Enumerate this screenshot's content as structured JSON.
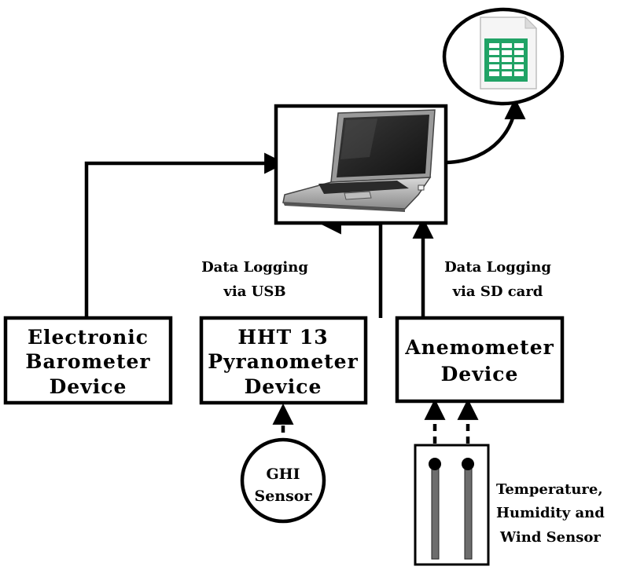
{
  "nodes": {
    "barometer": {
      "lines": [
        "Electronic",
        "Barometer",
        "Device"
      ]
    },
    "pyranometer": {
      "lines": [
        "HHT 13",
        "Pyranometer",
        "Device"
      ]
    },
    "anemometer": {
      "lines": [
        "Anemometer",
        "Device"
      ]
    },
    "ghi_sensor": {
      "lines": [
        "GHI",
        "Sensor"
      ]
    },
    "temp_sensor_label": {
      "lines": [
        "Temperature,",
        "Humidity and",
        "Wind Sensor"
      ]
    },
    "laptop": {
      "icon": "laptop-icon"
    },
    "spreadsheet": {
      "icon": "spreadsheet-icon",
      "color": "#21a366"
    }
  },
  "labels": {
    "usb": {
      "lines": [
        "Data Logging",
        "via USB"
      ]
    },
    "sd": {
      "lines": [
        "Data Logging",
        "via SD card"
      ]
    }
  }
}
